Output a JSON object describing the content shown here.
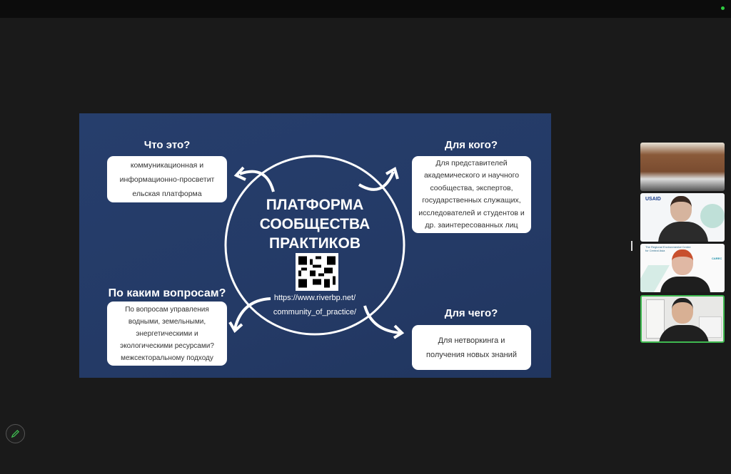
{
  "slide": {
    "title_lines": [
      "ПЛАТФОРМА",
      "СООБЩЕСТВА",
      "ПРАКТИКОВ"
    ],
    "url_lines": [
      "https://www.riverbp.net/",
      "community_of_practice/"
    ],
    "what": {
      "heading": "Что это?",
      "lines": [
        "коммуникационная и",
        "информационно-просветит",
        "ельская платформа"
      ]
    },
    "who": {
      "heading": "Для кого?",
      "lines": [
        "Для представителей",
        "академического и научного",
        "сообщества, экспертов,",
        "государственных служащих,",
        "исследователей и студентов и",
        "др. заинтересованных лиц"
      ]
    },
    "topics": {
      "heading": "По каким вопросам?",
      "lines": [
        "По вопросам управления",
        "водными, земельными,",
        "энергетическими и",
        "экологическими ресурсами?",
        "межсекторальному подходу"
      ]
    },
    "why": {
      "heading": "Для чего?",
      "lines": [
        "Для нетворкинга и",
        "получения новых знаний"
      ]
    }
  },
  "participants": {
    "p2_logo": "USAID",
    "p3_text_lines": [
      "The Regional Environmental Centre",
      "for Central Asia"
    ],
    "p3_logo": "CAREC"
  },
  "colors": {
    "slide_bg": "#253c68",
    "active_speaker": "#3fb950",
    "status_dot": "#2ecc40"
  }
}
